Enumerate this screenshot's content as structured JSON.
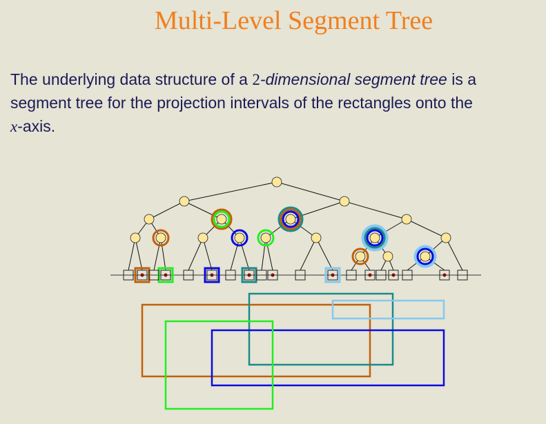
{
  "slide": {
    "title": "Multi-Level Segment Tree",
    "line1_a": "The underlying data structure of a ",
    "line1_num": "2",
    "line1_it": "-dimensional segment tree",
    "line1_b": " is a",
    "line2": "segment tree for the projection intervals of the rectangles onto the",
    "line3_var": "x",
    "line3_b": "-axis."
  },
  "colors": {
    "node_fill": "#fde79a",
    "dot": "#8b0000",
    "orange": "#c0600a",
    "green": "#22ee22",
    "teal": "#1a8a8a",
    "lightblue": "#86c8f0",
    "blue": "#0a0ae0"
  }
}
